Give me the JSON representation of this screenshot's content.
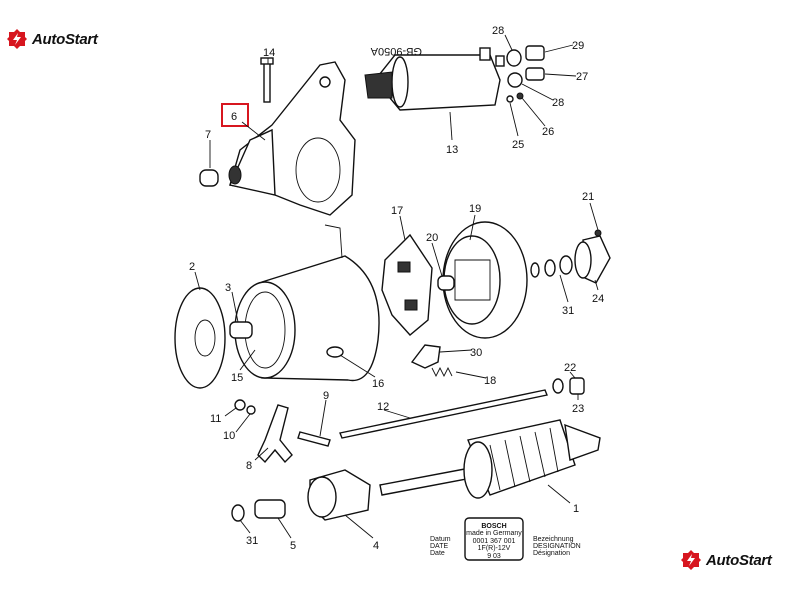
{
  "brand": {
    "name": "AutoStart",
    "accent": "#d7161f"
  },
  "highlighted_part": "6",
  "part_labels": {
    "p14": "14",
    "p6": "6",
    "p7": "7",
    "p13": "13",
    "p28a": "28",
    "p29": "29",
    "p27": "27",
    "p28b": "28",
    "p26": "26",
    "p25": "25",
    "p17": "17",
    "p19": "19",
    "p20": "20",
    "p21": "21",
    "p2": "2",
    "p3": "3",
    "p24": "24",
    "p31a": "31",
    "p15": "15",
    "p16": "16",
    "p30": "30",
    "p18": "18",
    "p22": "22",
    "p23": "23",
    "p9": "9",
    "p12": "12",
    "p11": "11",
    "p10": "10",
    "p8": "8",
    "p1": "1",
    "p31b": "31",
    "p5": "5",
    "p4": "4"
  },
  "solenoid_marking": "GB-9050A",
  "nameplate": {
    "brand": "BOSCH",
    "origin": "made in Germany",
    "number": "0001 367 001",
    "rating": "1F(R)-12V",
    "date_code": "9 03",
    "left_labels": [
      "Datum",
      "DATE",
      "Date"
    ],
    "right_labels": [
      "Bezeichnung",
      "DESIGNATION",
      "Désignation"
    ]
  }
}
